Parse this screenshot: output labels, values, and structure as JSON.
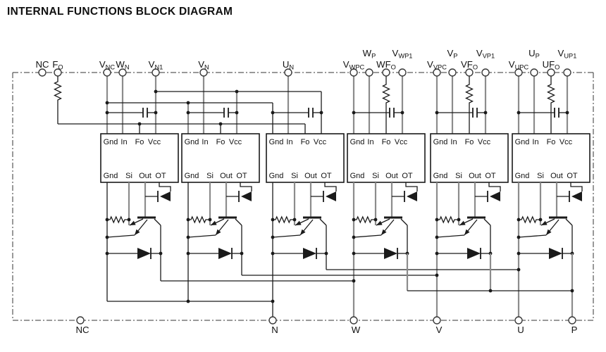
{
  "title": "INTERNAL FUNCTIONS BLOCK DIAGRAM",
  "top_terminals": [
    {
      "id": "NC",
      "main": "NC",
      "sub": ""
    },
    {
      "id": "Fo",
      "main": "F",
      "sub": "O"
    },
    {
      "id": "VNC",
      "main": "V",
      "sub": "NC"
    },
    {
      "id": "WN",
      "main": "W",
      "sub": "N"
    },
    {
      "id": "VN1",
      "main": "V",
      "sub": "N1"
    },
    {
      "id": "VN",
      "main": "V",
      "sub": "N"
    },
    {
      "id": "UN",
      "main": "U",
      "sub": "N"
    },
    {
      "id": "VWPC",
      "main": "V",
      "sub": "WPC"
    },
    {
      "id": "WP",
      "main": "W",
      "sub": "P"
    },
    {
      "id": "WFo",
      "main": "WF",
      "sub": "O"
    },
    {
      "id": "VWP1",
      "main": "V",
      "sub": "WP1"
    },
    {
      "id": "VVPC",
      "main": "V",
      "sub": "VPC"
    },
    {
      "id": "VP",
      "main": "V",
      "sub": "P"
    },
    {
      "id": "VFo",
      "main": "VF",
      "sub": "O"
    },
    {
      "id": "VVP1",
      "main": "V",
      "sub": "VP1"
    },
    {
      "id": "VUPC",
      "main": "V",
      "sub": "UPC"
    },
    {
      "id": "UP",
      "main": "U",
      "sub": "P"
    },
    {
      "id": "UFo",
      "main": "UF",
      "sub": "O"
    },
    {
      "id": "VUP1",
      "main": "V",
      "sub": "UP1"
    }
  ],
  "bottom_terminals": [
    "NC",
    "N",
    "W",
    "V",
    "U",
    "P"
  ],
  "block_pins": {
    "top": [
      "Gnd",
      "In",
      "Fo",
      "Vcc"
    ],
    "bottom": [
      "Gnd",
      "Si",
      "Out",
      "OT"
    ]
  },
  "driver_block_count": 6,
  "colors": {
    "diagram_line": "#1a1a1a",
    "bus_gray": "#8c8c8c",
    "terminal_stroke": "#3a3a3a",
    "background": "#ffffff",
    "text": "#111111"
  }
}
